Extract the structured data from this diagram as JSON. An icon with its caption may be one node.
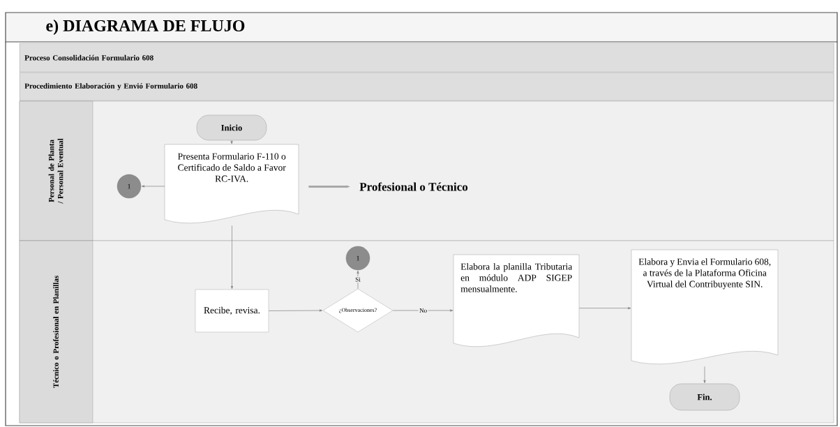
{
  "diagram": {
    "title": "e) DIAGRAMA DE FLUJO",
    "nodes": [
      {
        "text": [
          "Proceso Consolidación Formulario 608"
        ]
      },
      {
        "text": [
          "Procedimiento Elaboración y Envió Formulario 608"
        ]
      },
      {
        "text": [
          "Personal de Planta / Personal Eventual"
        ]
      },
      {
        "text": [
          "Técnico o Profesional en Planillas"
        ]
      },
      {
        "text": [
          "Inicio"
        ],
        "in": 2
      },
      {
        "text": [
          "Presenta Formulario F-110 o Certificado de Saldo a Favor RC-IVA."
        ],
        "in": 2
      },
      {
        "text": [
          "1"
        ],
        "in": 2
      },
      {
        "text": [
          "Profesional o Técnico"
        ],
        "in": 2
      },
      {
        "text": [
          "Recibe, revisa."
        ],
        "in": 3
      },
      {
        "text": [
          "1"
        ],
        "in": 3
      },
      {
        "text": [
          "¿Observaciones?"
        ],
        "in": 3
      },
      {
        "text": [
          "Elabora la planilla Tributaria en módulo ADP SIGEP mensualmente."
        ],
        "in": 3
      },
      {
        "text": [
          "Elabora y Envia el Formulario 608, a través de la Plataforma Oficina Virtual del Contribuyente SIN."
        ],
        "in": 3
      },
      {
        "text": [
          "Fin."
        ],
        "in": 3
      }
    ],
    "edges": [
      {
        "from": 4,
        "to": 5,
        "arrow": "to"
      },
      {
        "from": 5,
        "to": 6,
        "arrow": "to"
      },
      {
        "from": 5,
        "to": 7,
        "arrow": "to",
        "style": "thick",
        "color": "#a8a8a8"
      },
      {
        "from": 5,
        "to": 8,
        "arrow": "to"
      },
      {
        "from": 8,
        "to": 10,
        "arrow": "to"
      },
      {
        "from": 10,
        "to": 9,
        "arrow": "to",
        "label": "Si"
      },
      {
        "from": 10,
        "to": 11,
        "arrow": "to",
        "label": "No"
      },
      {
        "from": 11,
        "to": 12,
        "arrow": "to"
      },
      {
        "from": 12,
        "to": 13,
        "arrow": "to"
      }
    ]
  }
}
